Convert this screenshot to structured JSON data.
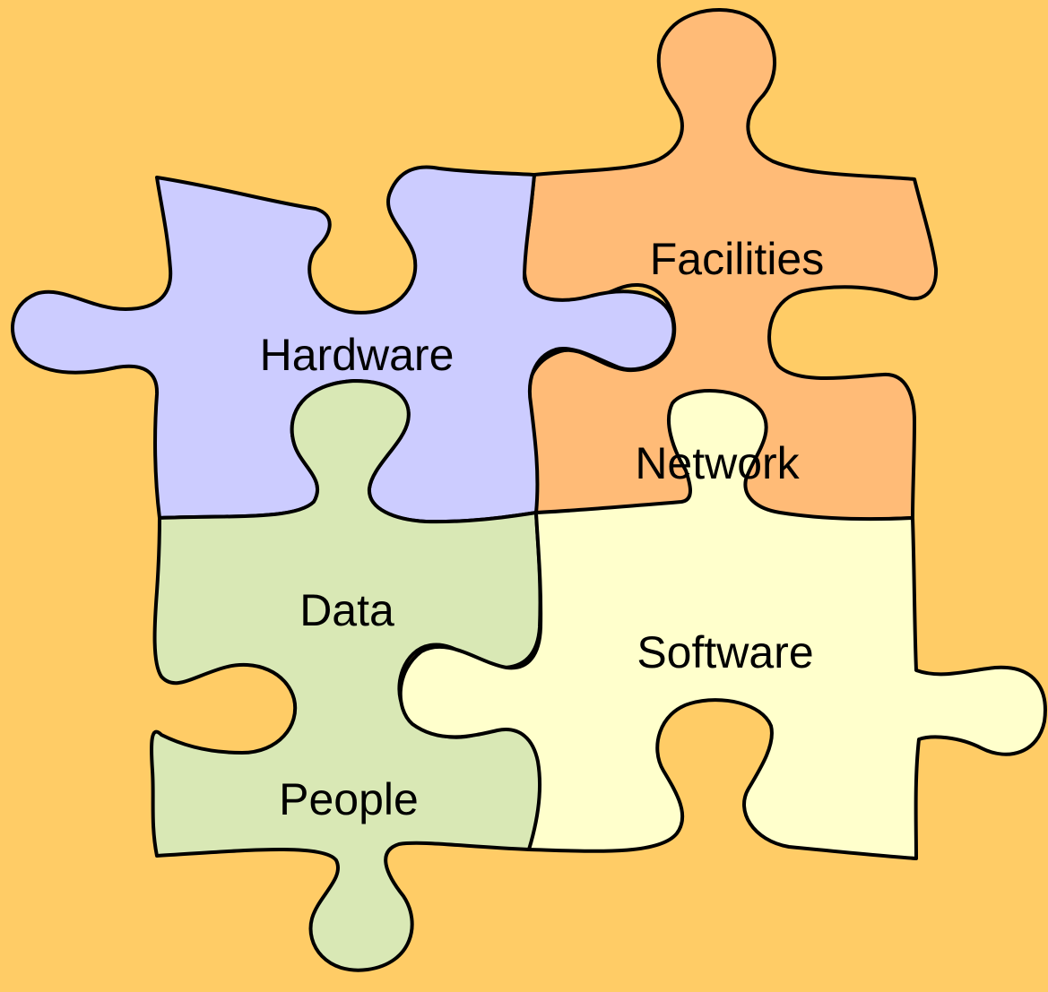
{
  "diagram": {
    "background": "#FFCC66",
    "pieces": [
      {
        "id": "hardware",
        "label": "Hardware",
        "color": "#CCCCFF"
      },
      {
        "id": "facilities",
        "label": "Facilities",
        "color": "#FFBB77"
      },
      {
        "id": "network",
        "label": "Network",
        "color": "#FFBB77"
      },
      {
        "id": "data",
        "label": "Data",
        "color": "#D9E8B5"
      },
      {
        "id": "people",
        "label": "People",
        "color": "#D9E8B5"
      },
      {
        "id": "software",
        "label": "Software",
        "color": "#FFFFCC"
      }
    ]
  }
}
